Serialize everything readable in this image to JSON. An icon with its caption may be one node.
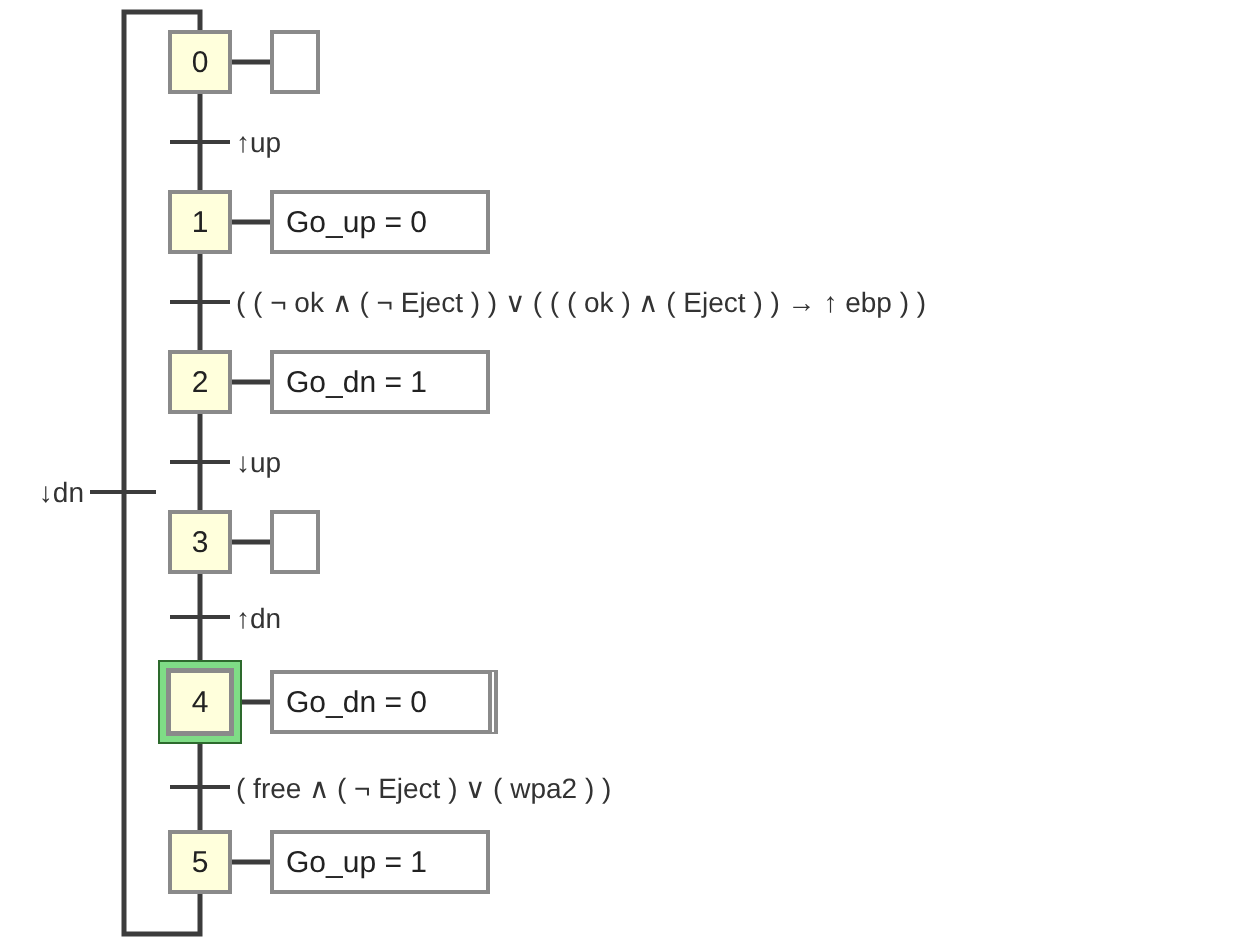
{
  "diagram": {
    "nodes": [
      {
        "text": [
          "0"
        ]
      },
      {
        "text": [],
        "shape": "box"
      },
      {
        "text": [
          "1"
        ]
      },
      {
        "text": [
          "Go_up = 0"
        ]
      },
      {
        "text": [
          "2"
        ]
      },
      {
        "text": [
          "Go_dn = 1"
        ]
      },
      {
        "text": [
          "3"
        ]
      },
      {
        "text": [],
        "shape": "box"
      },
      {
        "text": [
          "4"
        ]
      },
      {
        "text": [
          "Go_dn = 0"
        ]
      },
      {
        "text": [
          "5"
        ]
      },
      {
        "text": [
          "Go_up = 1"
        ]
      }
    ],
    "edges": [
      {
        "from": 0,
        "to": 1,
        "arrow": "none"
      },
      {
        "from": 0,
        "to": 2,
        "arrow": "none",
        "label": "↑up"
      },
      {
        "from": 2,
        "to": 3,
        "arrow": "none"
      },
      {
        "from": 2,
        "to": 4,
        "arrow": "none",
        "label": "( ( ¬ ok ∧ ( ¬ Eject ) ) ∨ ( ( ( ok ) ∧ ( Eject ) ) → ↑ ebp ) )"
      },
      {
        "from": 4,
        "to": 5,
        "arrow": "none"
      },
      {
        "from": 4,
        "to": 6,
        "arrow": "none",
        "label": "↓up"
      },
      {
        "from": 6,
        "to": 7,
        "arrow": "none"
      },
      {
        "from": 6,
        "to": 8,
        "arrow": "none",
        "label": "↑dn"
      },
      {
        "from": 8,
        "to": 9,
        "arrow": "none"
      },
      {
        "from": 8,
        "to": 10,
        "arrow": "none",
        "label": "( free ∧ ( ¬ Eject ) ∨ ( wpa2 ) )"
      },
      {
        "from": 10,
        "to": 11,
        "arrow": "none"
      },
      {
        "from": 10,
        "to": 0,
        "arrow": "none",
        "label": "↓dn"
      }
    ]
  }
}
